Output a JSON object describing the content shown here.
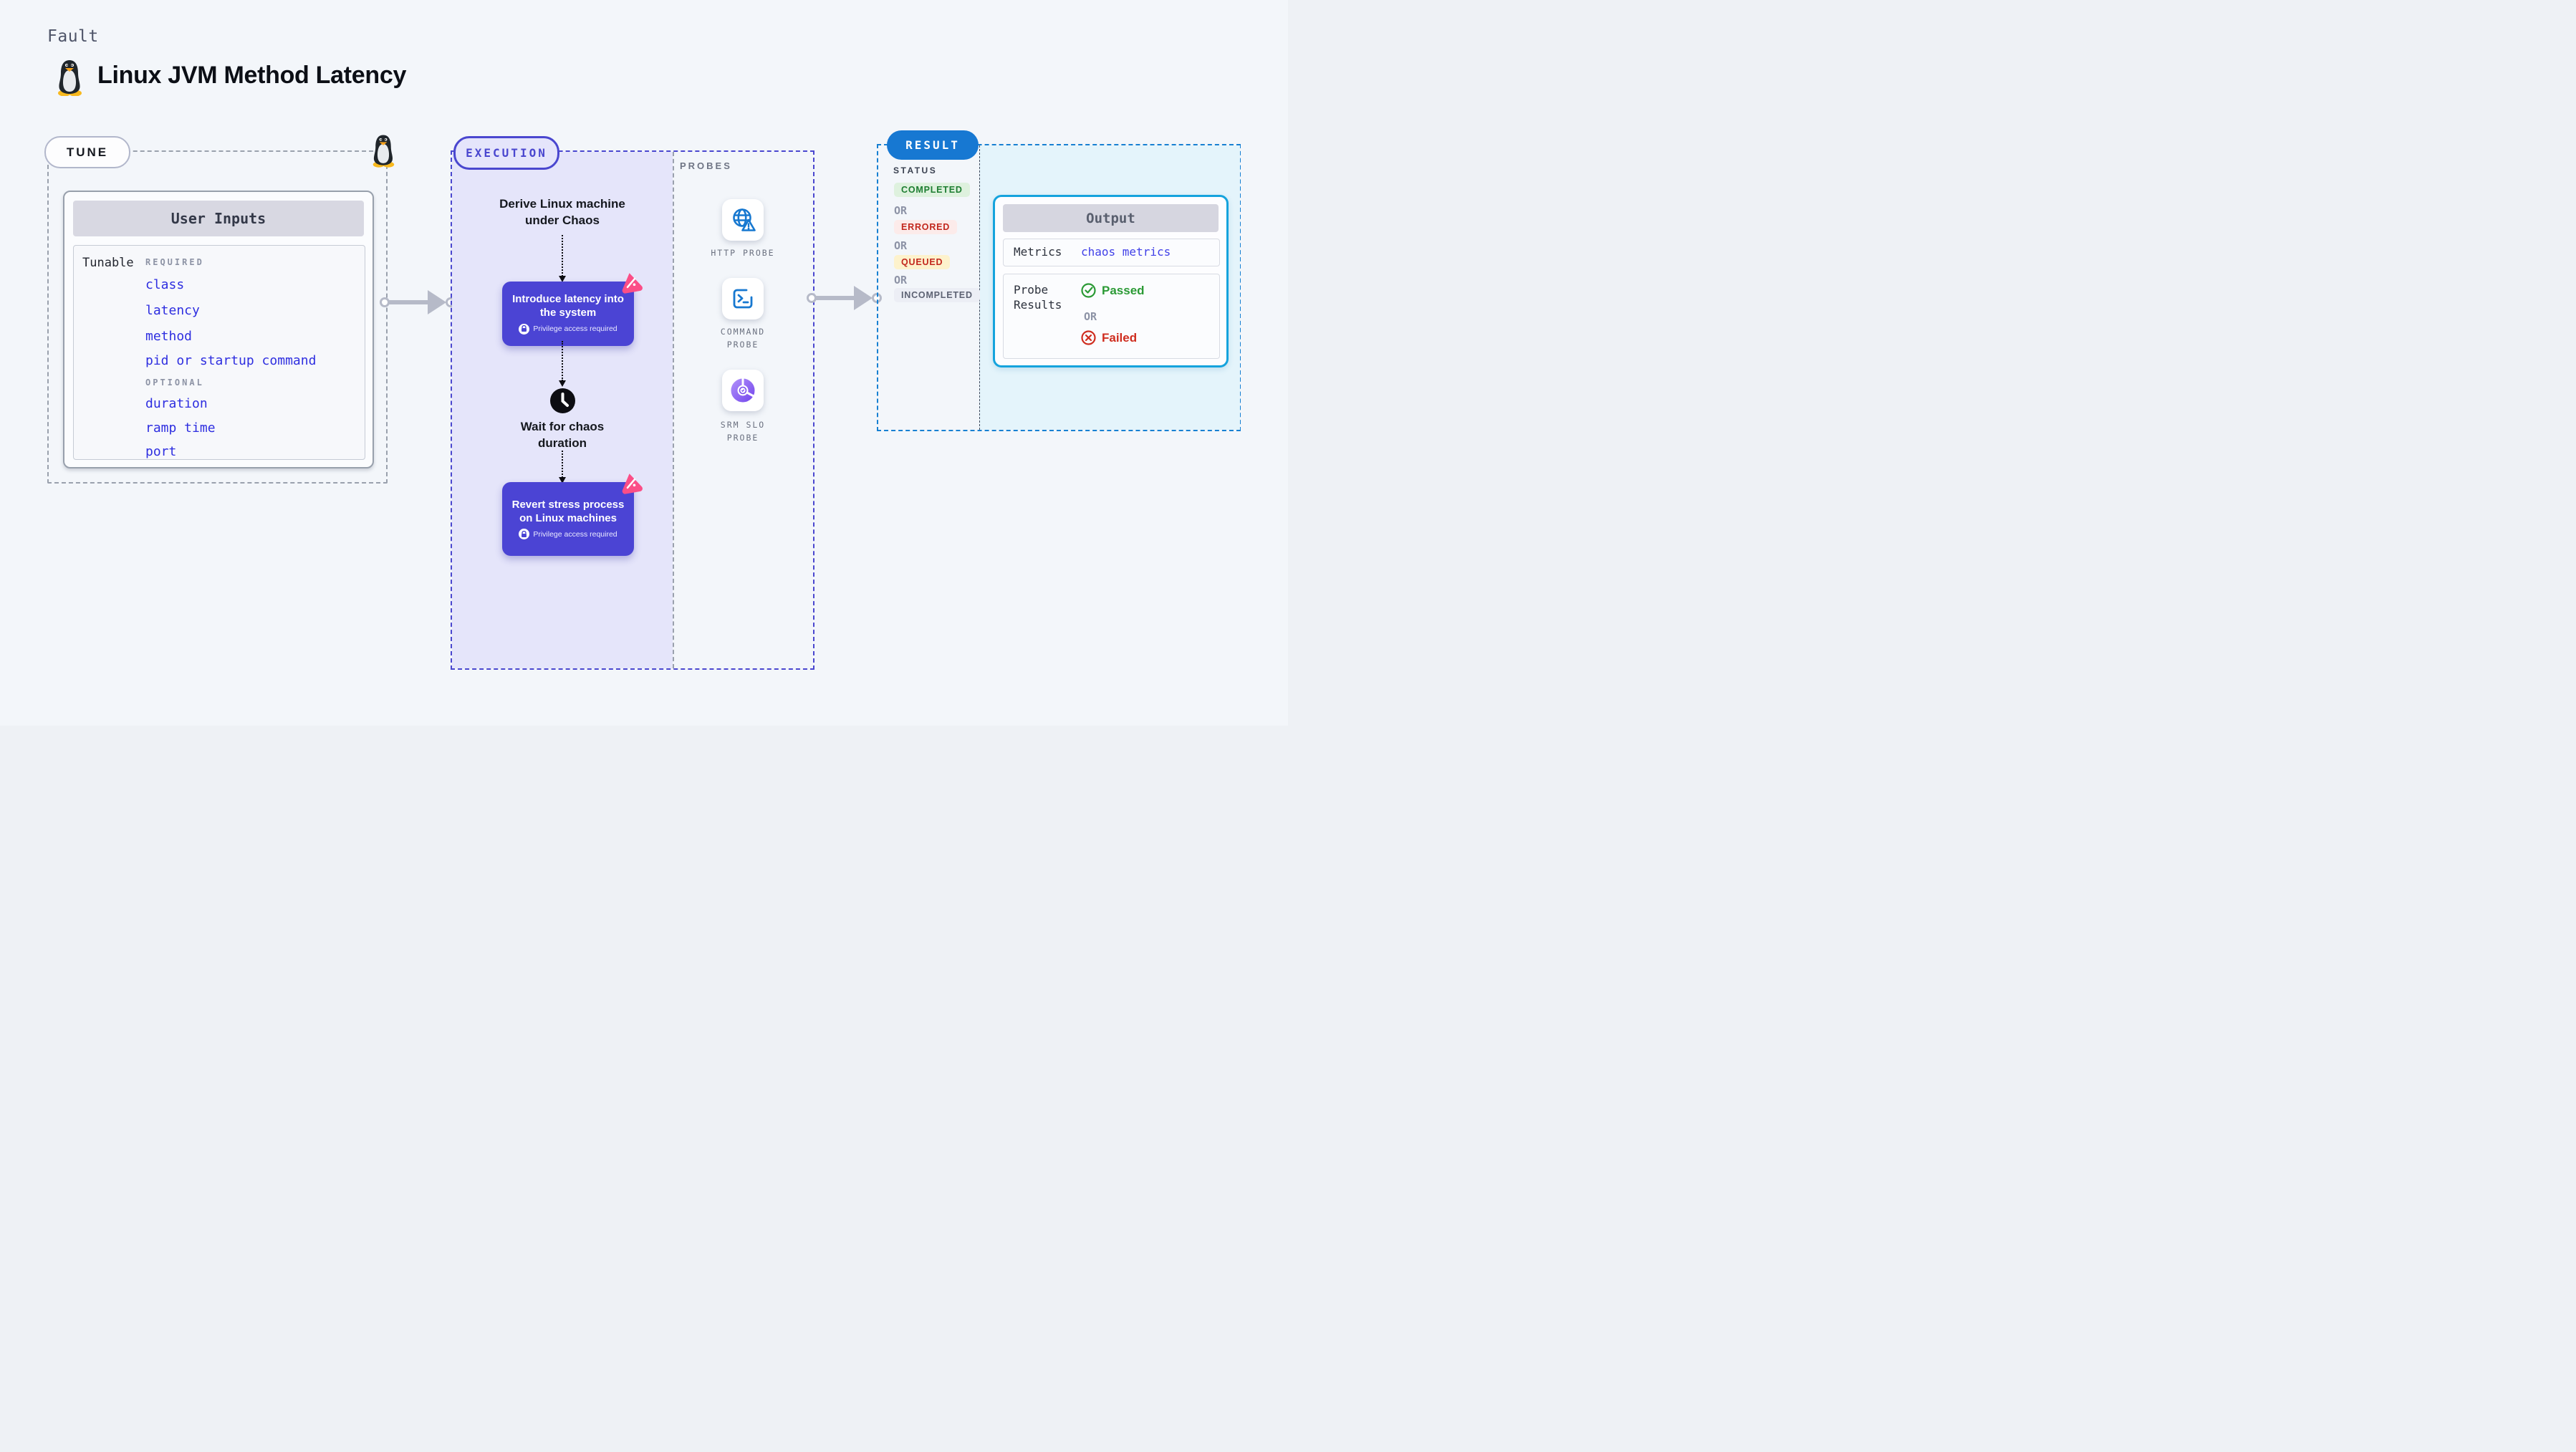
{
  "page": {
    "kicker": "Fault",
    "title": "Linux JVM Method Latency"
  },
  "tune": {
    "label": "TUNE",
    "table": {
      "header": "User Inputs",
      "row_label": "Tunable",
      "required_label": "REQUIRED",
      "required_items": [
        "class",
        "latency",
        "method",
        "pid or startup command"
      ],
      "optional_label": "OPTIONAL",
      "optional_items": [
        "duration",
        "ramp time",
        "port"
      ]
    }
  },
  "execution": {
    "label": "EXECUTION",
    "start_label": "Derive Linux machine under Chaos",
    "step1": {
      "title": "Introduce latency into the system",
      "note": "Privilege access required"
    },
    "wait_label": "Wait for chaos duration",
    "step2": {
      "title": "Revert stress process on Linux machines",
      "note": "Privilege access required"
    }
  },
  "probes": {
    "label": "PROBES",
    "items": [
      {
        "name": "HTTP PROBE",
        "icon": "globe-alert-icon"
      },
      {
        "name": "COMMAND PROBE",
        "icon": "terminal-icon"
      },
      {
        "name": "SRM SLO PROBE",
        "icon": "donut-chart-icon"
      }
    ]
  },
  "result": {
    "label": "RESULT",
    "status_label": "STATUS",
    "or_label": "OR",
    "statuses": [
      {
        "text": "COMPLETED",
        "bg": "#def1de",
        "color": "#1d7d31"
      },
      {
        "text": "ERRORED",
        "bg": "#fcebea",
        "color": "#c2271d"
      },
      {
        "text": "QUEUED",
        "bg": "#fdf2cc",
        "color": "#c2271d"
      },
      {
        "text": "INCOMPLETED",
        "bg": "#eceef5",
        "color": "#5d6273"
      }
    ],
    "output": {
      "header": "Output",
      "metrics_label": "Metrics",
      "metrics_value": "chaos metrics",
      "probe_results_label": "Probe Results",
      "passed_label": "Passed",
      "or_label": "OR",
      "failed_label": "Failed"
    }
  },
  "colors": {
    "background": "#f3f6fa",
    "tune_dash": "#9aa1ad",
    "execution_dash": "#4a47cf",
    "execution_fill": "#e5e5fa",
    "result_dash": "#1780d2",
    "result_fill": "#e4f4fb",
    "step_card": "#4b44d4",
    "probe_icon_blue": "#1778d0",
    "srm_icon_purple": "#8d63f3",
    "chaos_badge_pink": "#fb4e87",
    "result_pill_blue": "#1778d2",
    "output_border_cyan": "#15a3dd",
    "tunable_link": "#2e2ee0"
  }
}
